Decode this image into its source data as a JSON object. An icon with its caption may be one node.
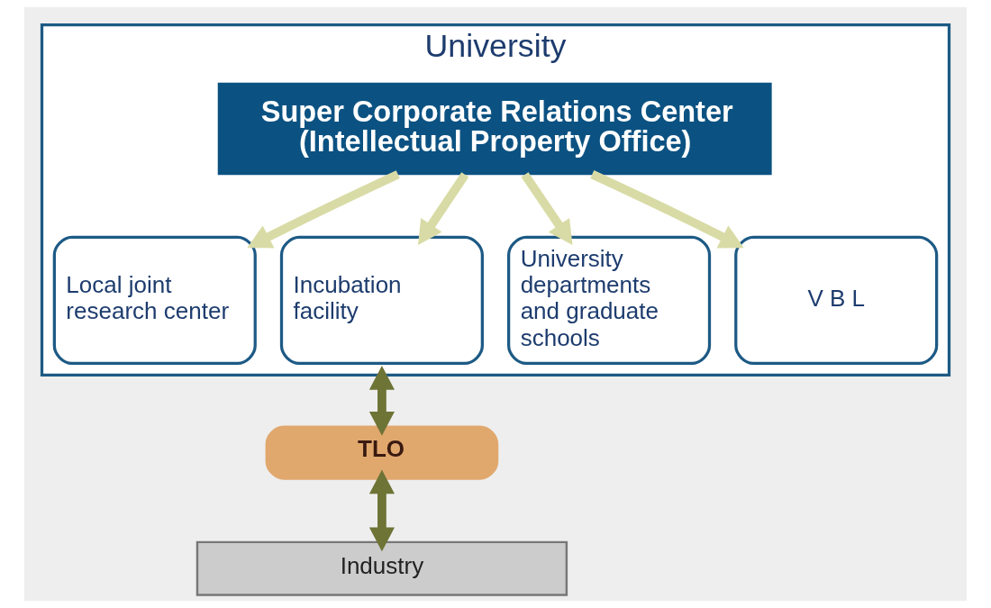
{
  "diagram": {
    "nodes": [
      {
        "text": [
          "University"
        ]
      },
      {
        "text": [
          "Super Corporate Relations Center",
          "(Intellectual Property Office)"
        ],
        "in": 0
      },
      {
        "text": [
          "Local joint research center"
        ],
        "in": 0
      },
      {
        "text": [
          "Incubation facility"
        ],
        "in": 0
      },
      {
        "text": [
          "University departments and graduate schools"
        ],
        "in": 0
      },
      {
        "text": [
          "V B L"
        ],
        "in": 0
      },
      {
        "text": [
          "TLO"
        ]
      },
      {
        "text": [
          "Industry"
        ]
      }
    ],
    "edges": [
      {
        "from": 1,
        "to": 2,
        "arrow": "to"
      },
      {
        "from": 1,
        "to": 3,
        "arrow": "to"
      },
      {
        "from": 1,
        "to": 4,
        "arrow": "to"
      },
      {
        "from": 1,
        "to": 5,
        "arrow": "to"
      },
      {
        "from": 0,
        "to": 6,
        "arrow": "both",
        "color": "#6e7336"
      },
      {
        "from": 6,
        "to": 7,
        "arrow": "both",
        "color": "#6e7336"
      }
    ]
  }
}
